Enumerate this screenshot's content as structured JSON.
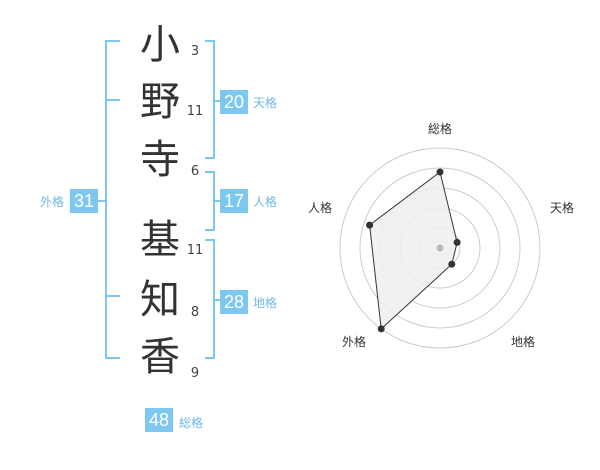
{
  "name": {
    "chars": [
      {
        "char": "小",
        "strokes": "3"
      },
      {
        "char": "野",
        "strokes": "11"
      },
      {
        "char": "寺",
        "strokes": "6"
      },
      {
        "char": "基",
        "strokes": "11"
      },
      {
        "char": "知",
        "strokes": "8"
      },
      {
        "char": "香",
        "strokes": "9"
      }
    ]
  },
  "kakusu": {
    "tenkaku": {
      "value": "20",
      "label": "天格"
    },
    "jinkaku": {
      "value": "17",
      "label": "人格"
    },
    "chikaku": {
      "value": "28",
      "label": "地格"
    },
    "gaikaku": {
      "value": "31",
      "label": "外格"
    },
    "soukaku": {
      "value": "48",
      "label": "総格"
    }
  },
  "radar": {
    "axes": [
      "総格",
      "天格",
      "地格",
      "外格",
      "人格"
    ],
    "levels": 5,
    "values": [
      3.8,
      0.9,
      1.0,
      5.0,
      3.7
    ],
    "colors": {
      "fill": "#eeeeee",
      "line": "#333333",
      "grid": "#cccccc",
      "center": "#bbbbbb"
    }
  },
  "colors": {
    "bracket": "#7ec8f0",
    "badge": "#7ec8f0",
    "label": "#6fb8e6"
  }
}
